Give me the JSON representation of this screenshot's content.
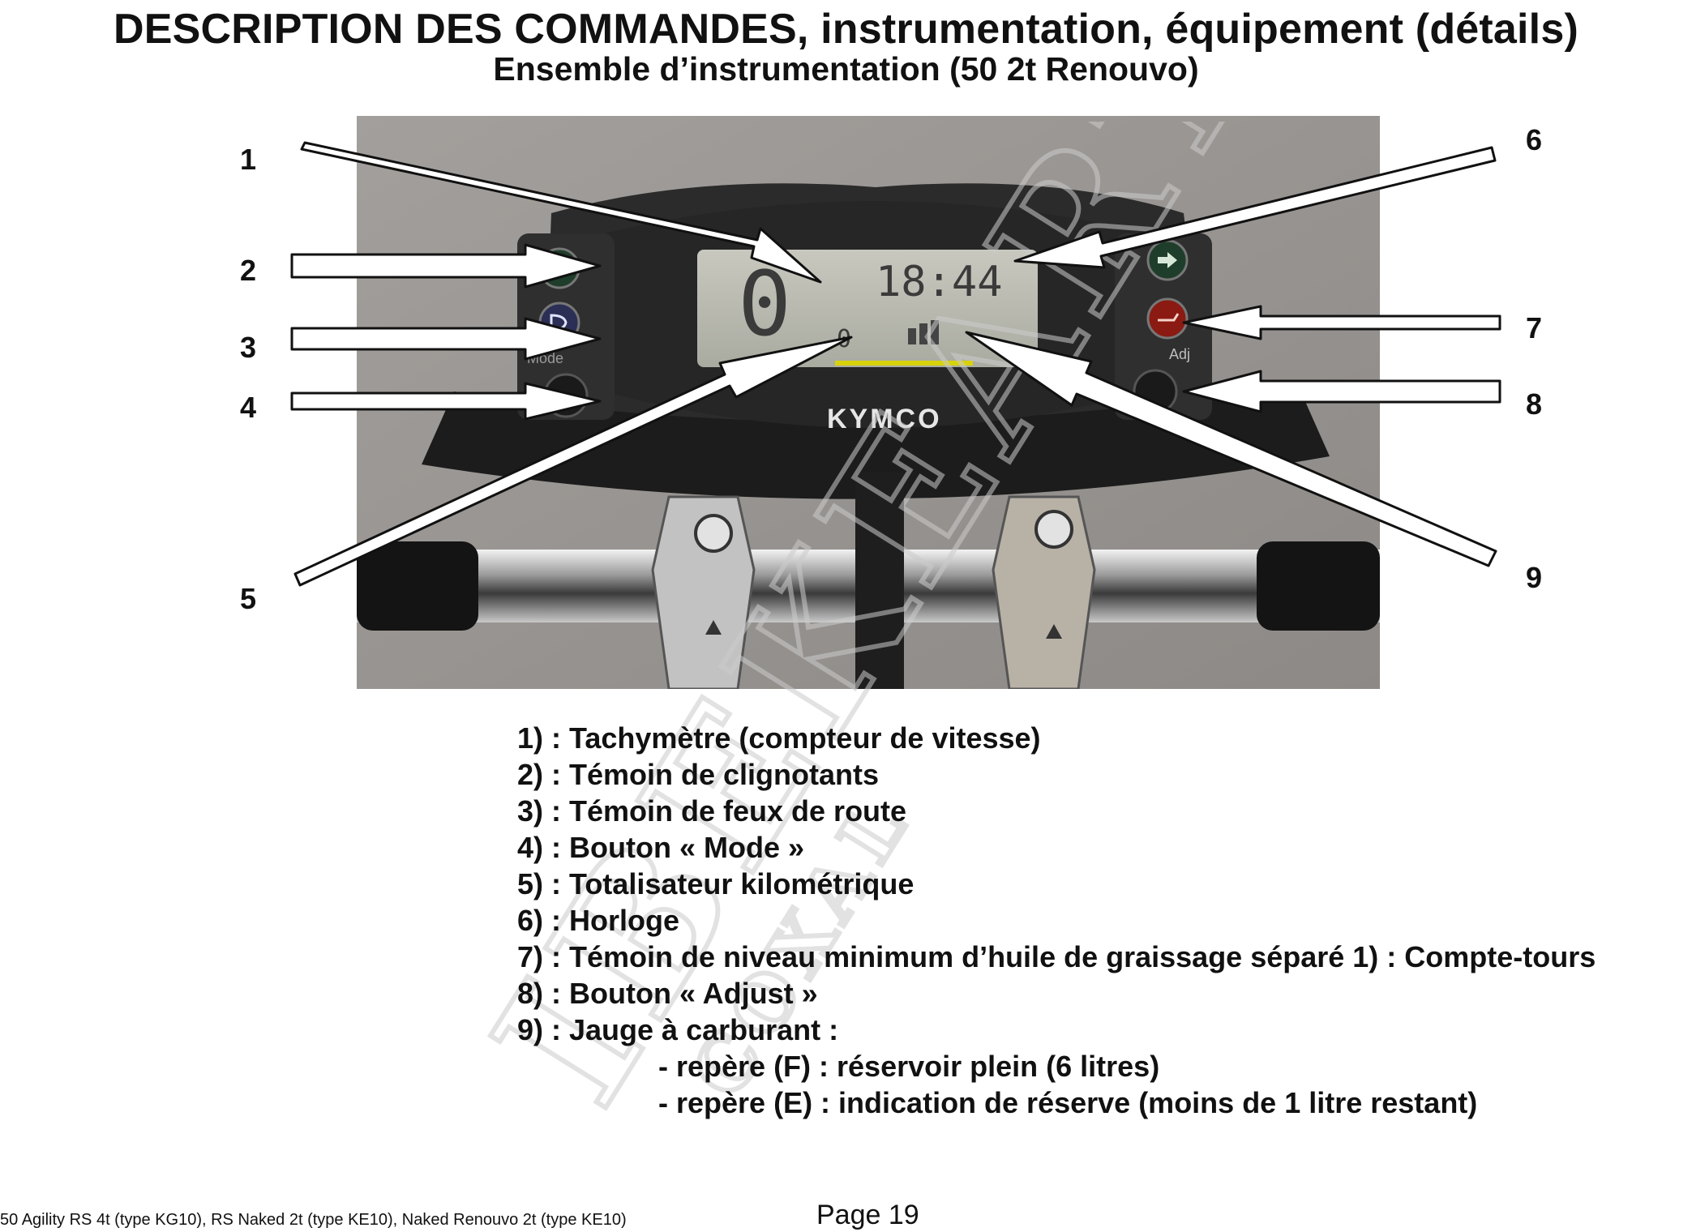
{
  "title": "DESCRIPTION DES COMMANDES, instrumentation, équipement (détails)",
  "subtitle": "Ensemble d’instrumentation (50 2t Renouvo)",
  "photo": {
    "brand": "KYMCO",
    "lcd_clock": "18:44",
    "lcd_speed": "0",
    "lcd_odo": "0",
    "left_button_label": "Mode",
    "right_button_label": "Adj"
  },
  "callouts": [
    "1",
    "2",
    "3",
    "4",
    "5",
    "6",
    "7",
    "8",
    "9"
  ],
  "legend": [
    "1) : Tachymètre (compteur de vitesse)",
    "2) : Témoin de clignotants",
    "3) : Témoin de feux de route",
    "4) : Bouton « Mode »",
    "5) : Totalisateur kilométrique",
    "6) : Horloge",
    "7) : Témoin de niveau minimum d’huile de graissage séparé 1) : Compte-tours",
    "8) : Bouton « Adjust »",
    "9) : Jauge à carburant :",
    "- repère (F) : réservoir plein (6 litres)",
    "- repère (E) : indication de réserve (moins de 1 litre restant)"
  ],
  "footer": {
    "models": "50 Agility RS 4t (type KG10), RS Naked 2t (type KE10), Naked Renouvo 2t (type KE10)",
    "page": "Page 19"
  }
}
